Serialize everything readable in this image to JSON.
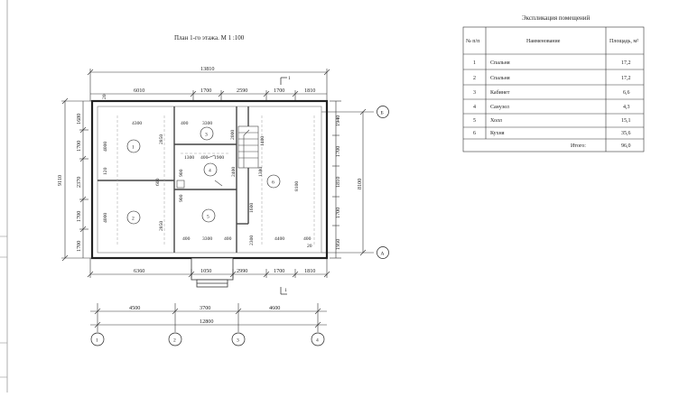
{
  "plan": {
    "title": "План 1-го этажа. М 1 :100",
    "dims_top": {
      "total": "13810",
      "segments": [
        "6010",
        "1700",
        "2590",
        "1700",
        "1810"
      ]
    },
    "dims_bottom": {
      "segments": [
        "6360",
        "1050",
        "2990",
        "1700",
        "1810"
      ]
    },
    "dims_axes": {
      "segments": [
        "4500",
        "3700",
        "4600"
      ],
      "total": "12800"
    },
    "dims_left": {
      "total": "9110",
      "segments": [
        "1680",
        "1700",
        "2370",
        "1700",
        "1700"
      ]
    },
    "dims_right": {
      "total": "8100",
      "segments": [
        "1940",
        "1700",
        "1810",
        "1700",
        "1950"
      ]
    },
    "small_top": "20",
    "small_br": "20",
    "inner_dims": {
      "r1_top": "4300",
      "r1_left": "4000",
      "r1_h": "2850",
      "gap1": "120",
      "r2_left": "4000",
      "r2_h": "2850",
      "r3_top1": "400",
      "r3_top2": "3300",
      "r3_h1": "2000",
      "r3_h2": "1400",
      "r4_row": [
        "1300",
        "400",
        "1900"
      ],
      "r4_v": "2400",
      "c600": "600",
      "c900": "900",
      "c1380": "1380",
      "c1600": "1600",
      "c8100": "8100",
      "c2300": "2300",
      "r5_bottom": [
        "400",
        "3300",
        "400"
      ],
      "r6_bottom": [
        "4400",
        "400"
      ],
      "r6_h": "8100"
    },
    "rooms": [
      "1",
      "2",
      "3",
      "4",
      "5",
      "6"
    ],
    "axes_v": [
      "1",
      "2",
      "3",
      "4"
    ],
    "axes_h": [
      "Б",
      "А"
    ],
    "section_marks": [
      "1",
      "1"
    ]
  },
  "legend": {
    "title": "Экспликация помещений",
    "headers": [
      "№ п/п",
      "Наименование",
      "Площадь, м²"
    ],
    "rows": [
      {
        "n": "1",
        "name": "Спальня",
        "area": "17,2"
      },
      {
        "n": "2",
        "name": "Спальня",
        "area": "17,2"
      },
      {
        "n": "3",
        "name": "Кабинет",
        "area": "6,6"
      },
      {
        "n": "4",
        "name": "Санузел",
        "area": "4,3"
      },
      {
        "n": "5",
        "name": "Холл",
        "area": "15,1"
      },
      {
        "n": "6",
        "name": "Кухня",
        "area": "35,6"
      }
    ],
    "total_label": "Итого:",
    "total_value": "96,0"
  }
}
